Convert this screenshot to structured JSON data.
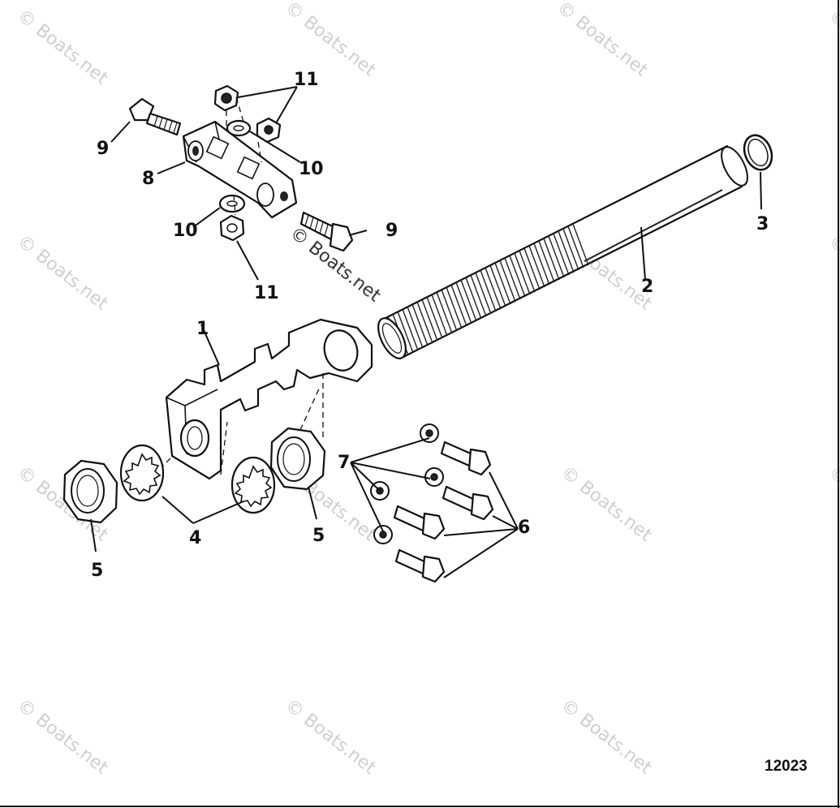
{
  "callouts": {
    "c1": "1",
    "c2": "2",
    "c3": "3",
    "c4": "4",
    "c5a": "5",
    "c5b": "5",
    "c6": "6",
    "c7": "7",
    "c8": "8",
    "c9a": "9",
    "c9b": "9",
    "c10a": "10",
    "c10b": "10",
    "c11a": "11",
    "c11b": "11"
  },
  "figure_code": "12023",
  "watermark": "© Boats.net"
}
